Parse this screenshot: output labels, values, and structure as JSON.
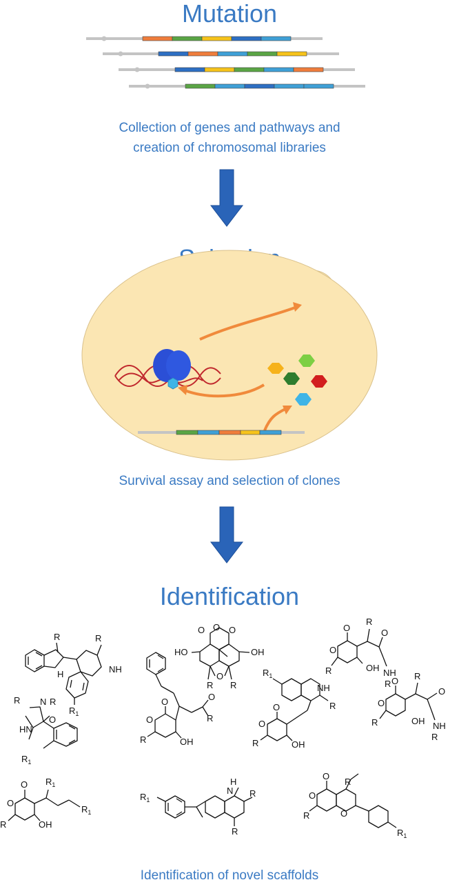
{
  "sections": {
    "mutation": {
      "title": "Mutation",
      "caption_line1": "Collection of genes and pathways and",
      "caption_line2": "creation of chromosomal libraries"
    },
    "selection": {
      "title": "Selection",
      "caption": "Survival assay and selection of clones"
    },
    "identification": {
      "title": "Identification",
      "caption": "Identification of novel scaffolds"
    }
  },
  "colors": {
    "title_blue": "#3a7ac3",
    "arrow_blue": "#2a64b8",
    "cell_fill": "#fbe6b3",
    "gene_orange": "#ef7d3c",
    "gene_green": "#5aa545",
    "gene_yellow": "#f6c31b",
    "gene_blue": "#2d6fc3",
    "gene_lightblue": "#3fa0d6",
    "dna_red": "#c0282d",
    "curve_orange": "#f08a3c"
  },
  "structures": {
    "atom_R": "R",
    "atom_R1": "R",
    "atom_R1_sub": "1",
    "atom_NH": "NH",
    "atom_HN": "HN",
    "atom_N": "N",
    "atom_H": "H",
    "atom_O": "O",
    "atom_OH": "OH",
    "atom_HO": "HO"
  }
}
